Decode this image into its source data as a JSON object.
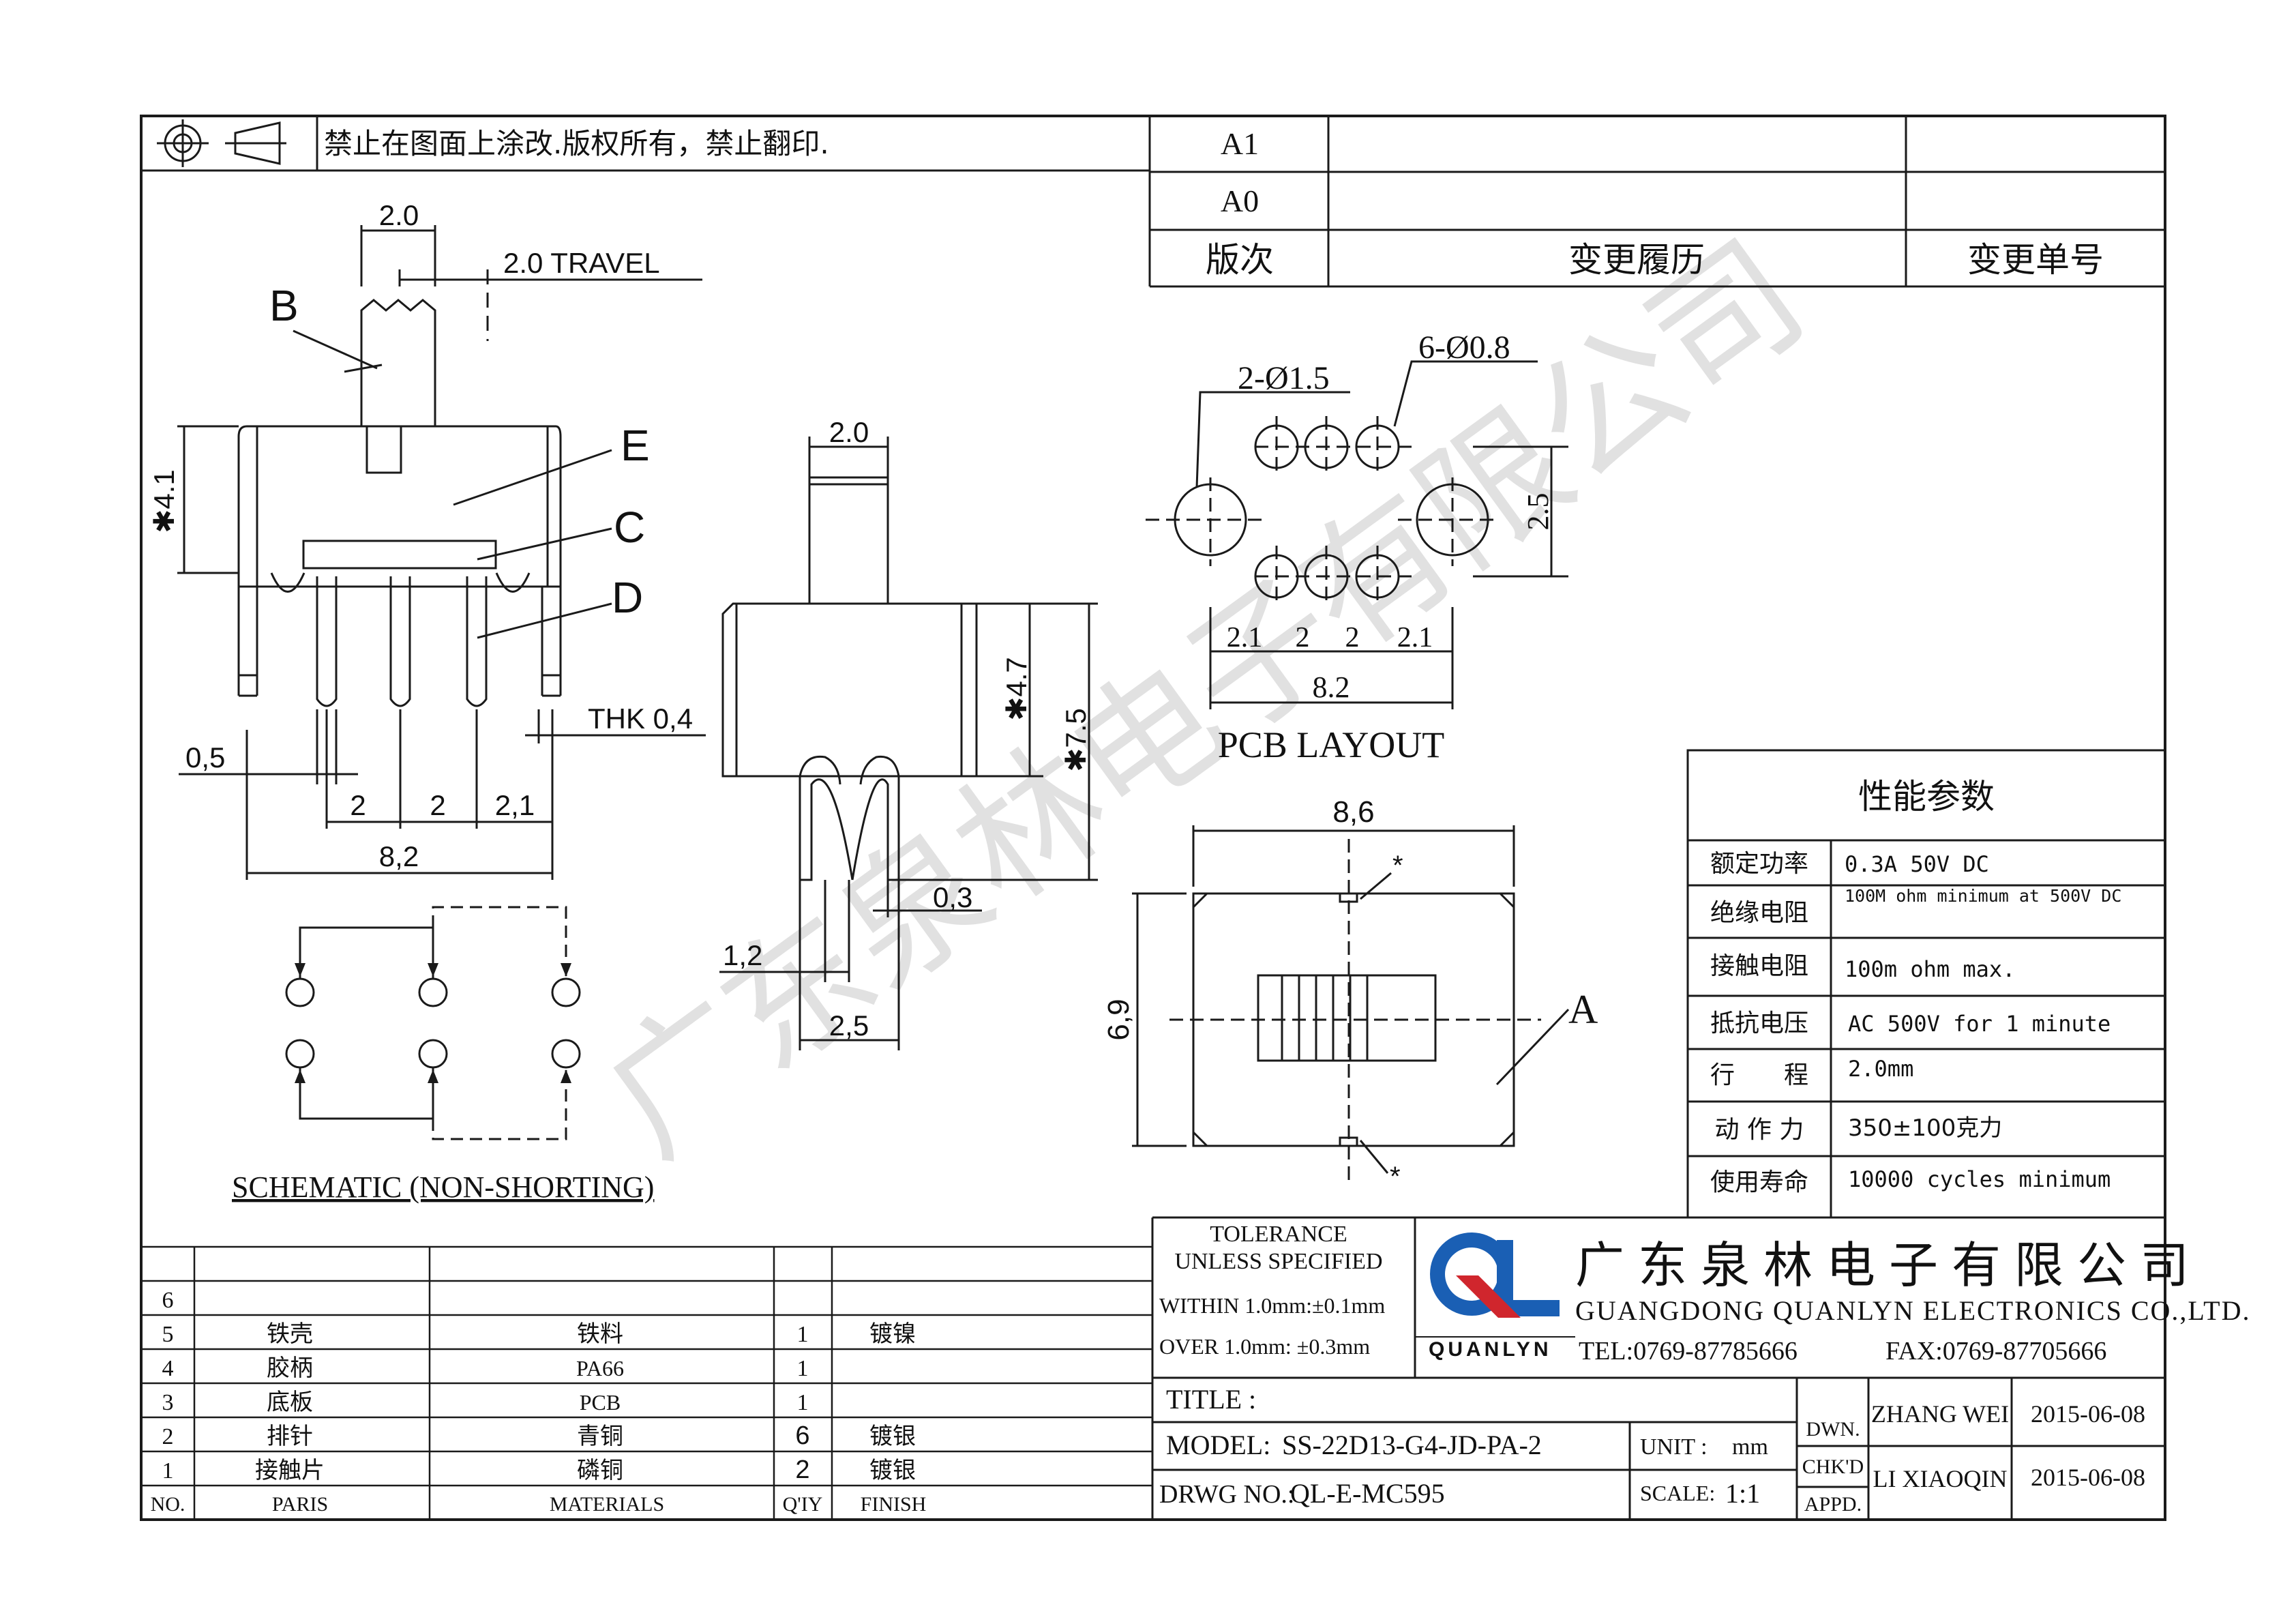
{
  "notice": "禁止在图面上涂改.版权所有，禁止翻印.",
  "revision": {
    "rows": [
      "A1",
      "A0"
    ],
    "headers": [
      "版次",
      "变更履历",
      "变更单号"
    ]
  },
  "side_view": {
    "dim_width_top": "2.0",
    "dim_travel": "2.0  TRAVEL",
    "dim_height": "✱4.1",
    "labels": [
      "B",
      "E",
      "C",
      "D"
    ],
    "dim_pin": "0,5",
    "dim_thk": "THK 0,4",
    "dim_pitch": [
      "2",
      "2",
      "2,1"
    ],
    "dim_total": "8,2"
  },
  "end_view": {
    "dim_top": "2.0",
    "dim_h1": "✱4.7",
    "dim_h2": "✱7.5",
    "dim_pin": "0,3",
    "dim_a": "1,2",
    "dim_b": "2,5"
  },
  "pcb": {
    "hole_small": "6-Ø0.8",
    "hole_large": "2-Ø1.5",
    "dim_v": "2.5",
    "dim_pitch": [
      "2.1",
      "2",
      "2",
      "2.1"
    ],
    "dim_total": "8.2",
    "title": "PCB LAYOUT"
  },
  "top_view": {
    "dim_w": "8,6",
    "dim_h": "6,9",
    "mark": "*",
    "label": "A"
  },
  "schematic": {
    "title": "SCHEMATIC (NON-SHORTING)"
  },
  "specs": {
    "title": "性能参数",
    "rows": [
      {
        "k": "额定功率",
        "v": "0.3A  50V  DC"
      },
      {
        "k": "绝缘电阻",
        "v": "100M ohm minimum at 500V DC"
      },
      {
        "k": "接触电阻",
        "v": "100m ohm max."
      },
      {
        "k": "抵抗电压",
        "v": "AC 500V for 1 minute"
      },
      {
        "k": "行　　程",
        "v": "2.0mm"
      },
      {
        "k": "动 作 力",
        "v": "350±100克力"
      },
      {
        "k": "使用寿命",
        "v": "10000 cycles minimum"
      }
    ]
  },
  "parts": {
    "headers": [
      "NO.",
      "PARIS",
      "MATERIALS",
      "Q'IY",
      "FINISH"
    ],
    "rows": [
      {
        "no": "6",
        "part": "",
        "mat": "",
        "qty": "",
        "fin": ""
      },
      {
        "no": "5",
        "part": "铁壳",
        "mat": "铁料",
        "qty": "1",
        "fin": "镀镍"
      },
      {
        "no": "4",
        "part": "胶柄",
        "mat": "PA66",
        "qty": "1",
        "fin": ""
      },
      {
        "no": "3",
        "part": "底板",
        "mat": "PCB",
        "qty": "1",
        "fin": ""
      },
      {
        "no": "2",
        "part": "排针",
        "mat": "青铜",
        "qty": "6",
        "fin": "镀银"
      },
      {
        "no": "1",
        "part": "接触片",
        "mat": "磷铜",
        "qty": "2",
        "fin": "镀银"
      }
    ]
  },
  "tolerance": {
    "line1": "TOLERANCE",
    "line2": "UNLESS SPECIFIED",
    "line3": "WITHIN 1.0mm:±0.1mm",
    "line4": "OVER 1.0mm:  ±0.3mm"
  },
  "company": {
    "name_cn": "广东泉林电子有限公司",
    "name_en": "GUANGDONG QUANLYN ELECTRONICS CO.,LTD.",
    "tel": "TEL:0769-87785666",
    "fax": "FAX:0769-87705666",
    "logo_text": "QUANLYN",
    "watermark": "广东泉林电子有限公司"
  },
  "title_block": {
    "title": "TITLE :",
    "model_label": "MODEL:",
    "model": "SS-22D13-G4-JD-PA-2",
    "drwg_label": "DRWG NO.:",
    "drwg": "QL-E-MC595",
    "unit_label": "UNIT :",
    "unit": "mm",
    "scale_label": "SCALE:",
    "scale": "1:1",
    "dwn": "DWN.",
    "chkd": "CHK'D",
    "appd": "APPD.",
    "dwn_name": "ZHANG WEI",
    "dwn_date": "2015-06-08",
    "chk_name": "LI XIAOQIN",
    "chk_date": "2015-06-08"
  },
  "colors": {
    "logo_blue": "#1a5fb4",
    "logo_red": "#d0262d",
    "line": "#1a1a1a"
  }
}
